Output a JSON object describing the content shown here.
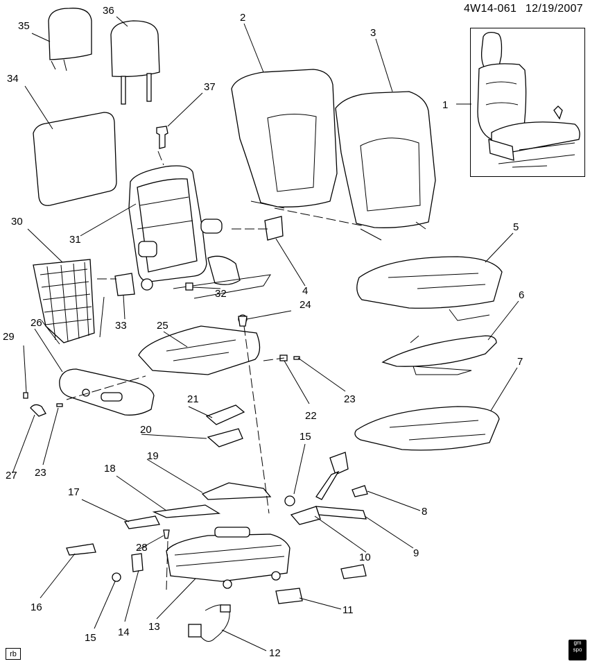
{
  "header": {
    "code": "4W14-061",
    "date": "12/19/2007"
  },
  "corner_tag": "rb",
  "logo": {
    "line1": "gm",
    "line2": "spo"
  },
  "callouts": [
    "1",
    "2",
    "3",
    "4",
    "5",
    "6",
    "7",
    "8",
    "9",
    "10",
    "11",
    "12",
    "13",
    "14",
    "15",
    "15",
    "16",
    "17",
    "18",
    "19",
    "20",
    "21",
    "22",
    "23",
    "23",
    "24",
    "25",
    "26",
    "27",
    "28",
    "29",
    "30",
    "31",
    "32",
    "33",
    "34",
    "35",
    "36",
    "37"
  ]
}
